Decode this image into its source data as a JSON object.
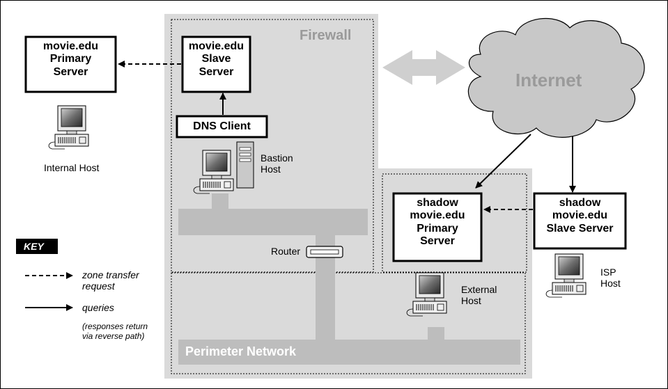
{
  "firewall": {
    "title": "Firewall"
  },
  "internet": {
    "label": "Internet"
  },
  "perimeter": {
    "label": "Perimeter Network"
  },
  "primary_server": {
    "lines": [
      "movie.edu",
      "Primary",
      "Server"
    ]
  },
  "slave_server": {
    "lines": [
      "movie.edu",
      "Slave",
      "Server"
    ]
  },
  "dns_client": {
    "label": "DNS Client"
  },
  "shadow_primary": {
    "lines": [
      "shadow",
      "movie.edu",
      "Primary",
      "Server"
    ]
  },
  "shadow_slave": {
    "lines": [
      "shadow",
      "movie.edu",
      "Slave Server"
    ]
  },
  "hosts": {
    "internal": "Internal Host",
    "bastion": [
      "Bastion",
      "Host"
    ],
    "external": [
      "External",
      "Host"
    ],
    "isp": [
      "ISP",
      "Host"
    ]
  },
  "router": {
    "label": "Router"
  },
  "key": {
    "title": "KEY",
    "zone_transfer": [
      "zone transfer",
      "request"
    ],
    "queries": "queries",
    "note": [
      "(responses return",
      "via reverse path)"
    ]
  },
  "colors": {
    "zone_fill": "#dadada",
    "cloud_fill": "#c8c8c8",
    "cloud_text": "#9a9a9a",
    "arrow_fill": "#cfcfcf",
    "key_bg": "#000000"
  }
}
